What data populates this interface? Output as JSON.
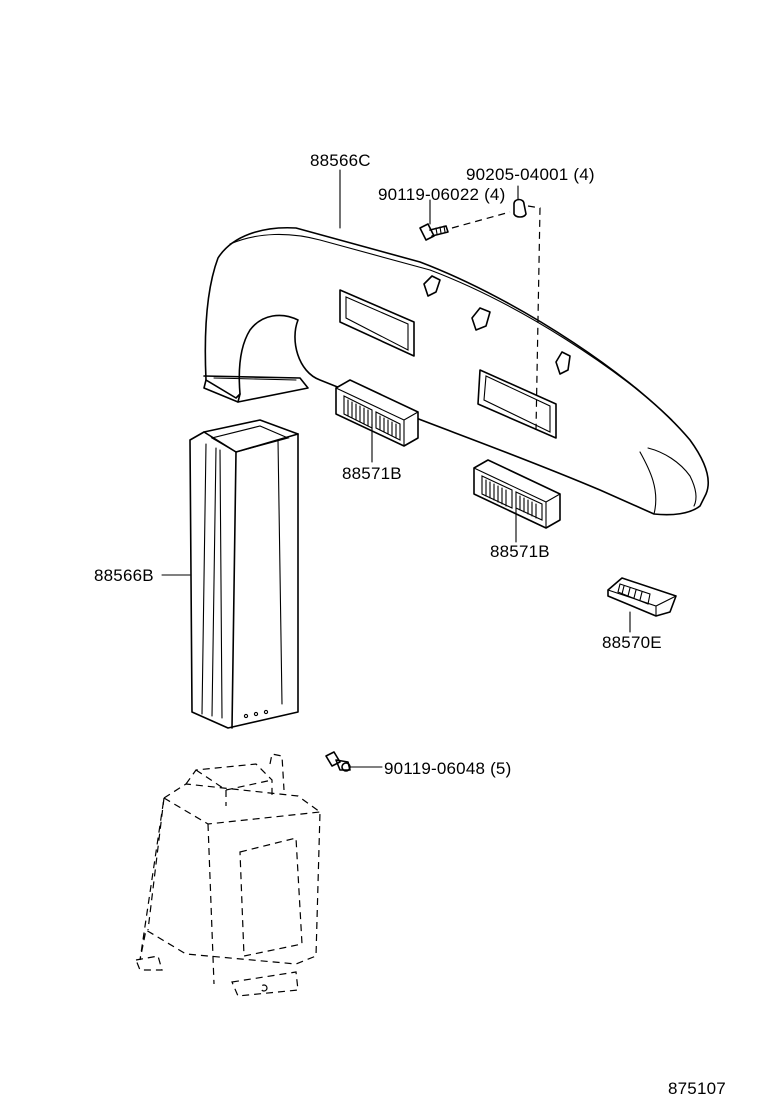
{
  "diagram": {
    "labels": {
      "duct_top": "88566C",
      "clip_part": "90205-04001 (4)",
      "screw_upper": "90119-06022 (4)",
      "register_left": "88571B",
      "register_right": "88571B",
      "duct_side": "88566B",
      "register_small": "88570E",
      "screw_lower": "90119-06048 (5)",
      "figure_number": "875107"
    }
  }
}
